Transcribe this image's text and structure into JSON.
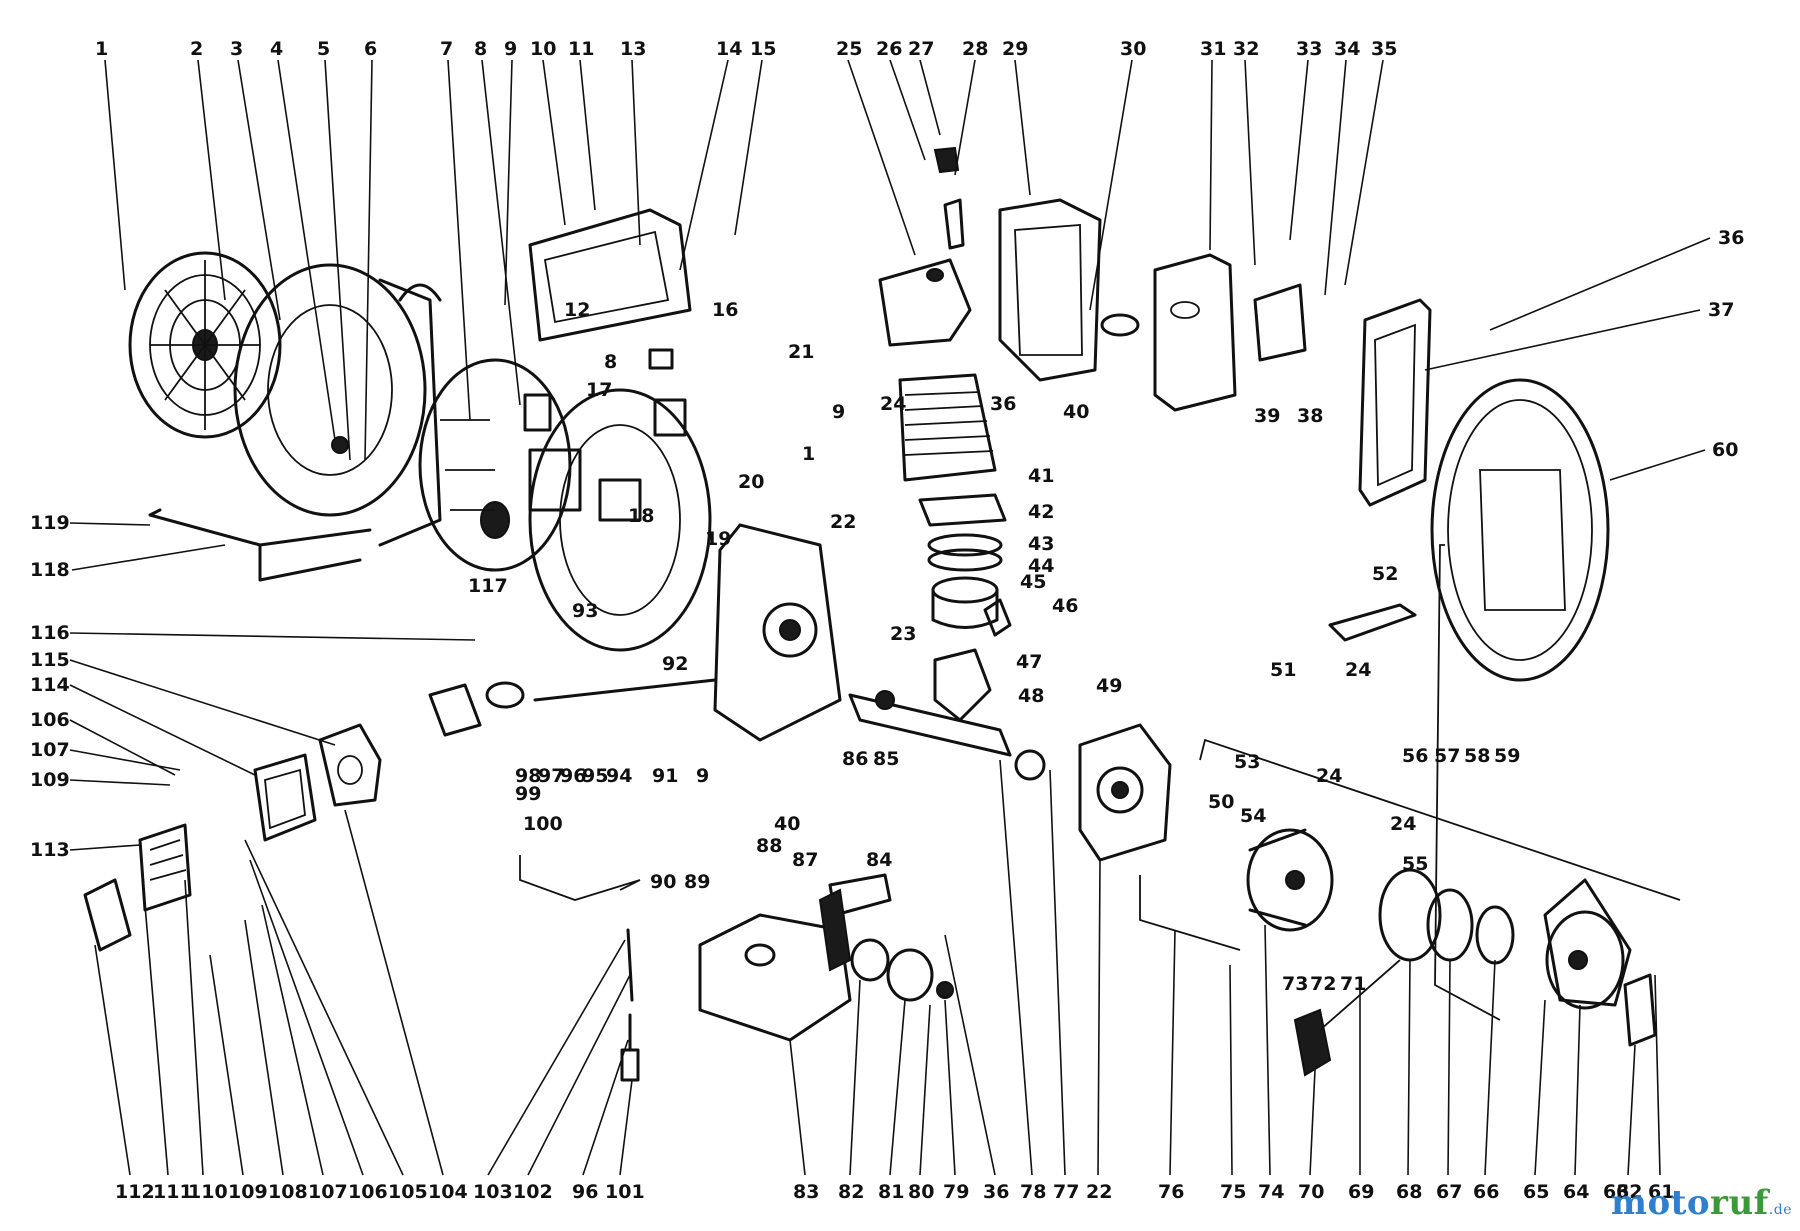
{
  "brand": {
    "name_main": "moto",
    "name_accent": "ruf",
    "suffix": ".de"
  },
  "callouts_top": [
    "1",
    "2",
    "3",
    "4",
    "5",
    "6",
    "7",
    "8",
    "9",
    "10",
    "11",
    "13",
    "14",
    "15",
    "25",
    "26",
    "27",
    "28",
    "29",
    "30",
    "31",
    "32",
    "33",
    "34",
    "35"
  ],
  "callouts_bottom": [
    "112",
    "111",
    "110",
    "109",
    "108",
    "107",
    "106",
    "105",
    "104",
    "103",
    "102",
    "96",
    "101",
    "83",
    "82",
    "81",
    "80",
    "79",
    "36",
    "78",
    "77",
    "22",
    "76",
    "75",
    "74",
    "70",
    "69",
    "68",
    "67",
    "66",
    "65",
    "64",
    "63",
    "62",
    "61"
  ],
  "callouts_left": [
    "119",
    "118",
    "116",
    "115",
    "114",
    "106",
    "107",
    "109",
    "113"
  ],
  "callouts_right": [
    "36",
    "37",
    "60"
  ],
  "callouts_inner": [
    "12",
    "16",
    "8",
    "21",
    "9",
    "17",
    "1",
    "24",
    "36",
    "40",
    "39",
    "38",
    "41",
    "42",
    "43",
    "44",
    "45",
    "46",
    "18",
    "19",
    "20",
    "22",
    "93",
    "117",
    "23",
    "47",
    "48",
    "52",
    "51",
    "24",
    "49",
    "92",
    "98",
    "97",
    "96",
    "95",
    "94",
    "91",
    "9",
    "99",
    "100",
    "86",
    "85",
    "53",
    "24",
    "50",
    "54",
    "56",
    "57",
    "58",
    "59",
    "24",
    "55",
    "73",
    "72",
    "71",
    "40",
    "88",
    "90",
    "89",
    "87",
    "84"
  ]
}
